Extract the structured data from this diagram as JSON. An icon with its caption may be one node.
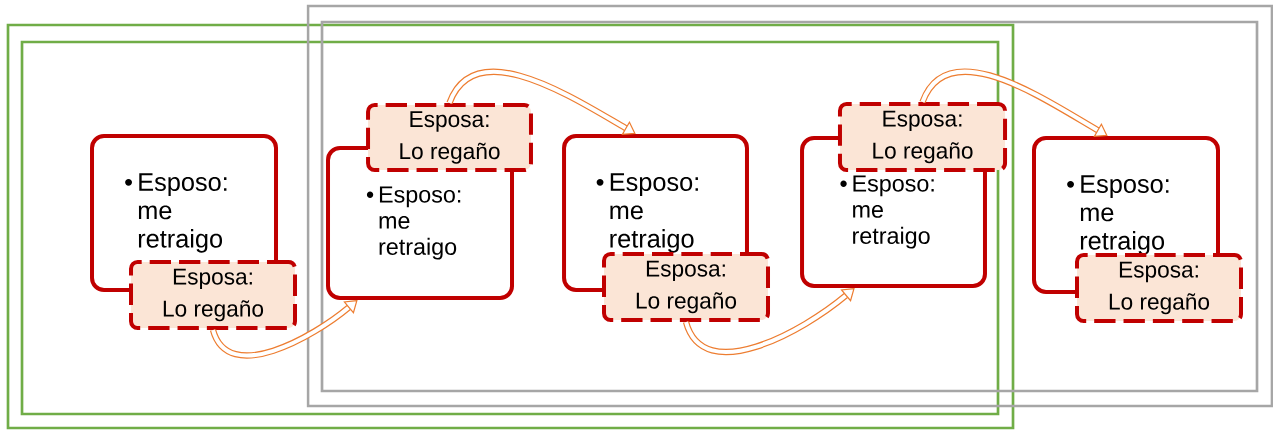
{
  "diagram": {
    "nodes": [
      {
        "text": [
          "•",
          "Esposo: me retraigo"
        ]
      },
      {
        "text": [
          "Esposa:",
          "Lo regaño"
        ]
      },
      {
        "text": [
          "Esposa:",
          "Lo regaño"
        ]
      },
      {
        "text": [
          "•",
          "Esposo: me retraigo"
        ]
      },
      {
        "text": [
          "•",
          "Esposo: me retraigo"
        ]
      },
      {
        "text": [
          "Esposa:",
          "Lo regaño"
        ]
      },
      {
        "text": [
          "Esposa:",
          "Lo regaño"
        ]
      },
      {
        "text": [
          "•",
          "Esposo: me retraigo"
        ]
      },
      {
        "text": [
          "•",
          "Esposo: me retraigo"
        ]
      },
      {
        "text": [
          "Esposa:",
          "Lo regaño"
        ]
      }
    ],
    "edges": [
      {
        "from": 1,
        "to": 3,
        "arrow": "to"
      },
      {
        "from": 2,
        "to": 4,
        "arrow": "to"
      },
      {
        "from": 5,
        "to": 7,
        "arrow": "to"
      },
      {
        "from": 6,
        "to": 8,
        "arrow": "to"
      }
    ]
  }
}
